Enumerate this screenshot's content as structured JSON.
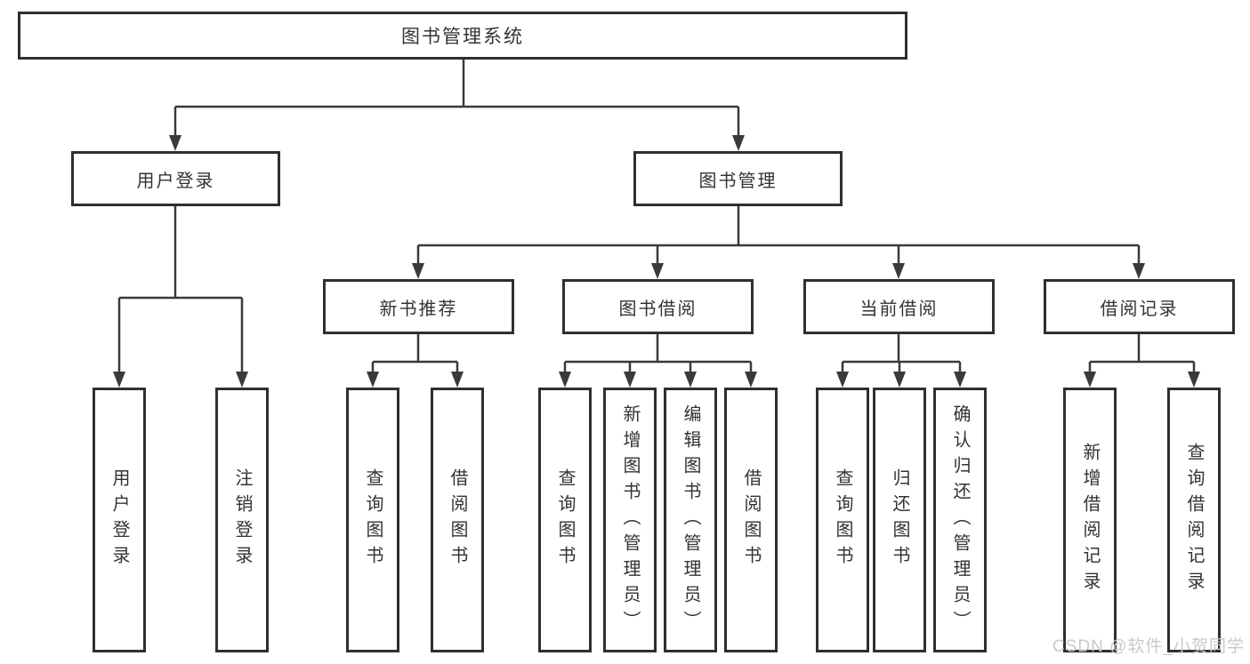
{
  "diagram": {
    "root": {
      "label": "图书管理系统"
    },
    "children": [
      {
        "label": "用户登录",
        "children": [
          {
            "label": "用户登录"
          },
          {
            "label": "注销登录"
          }
        ]
      },
      {
        "label": "图书管理",
        "children": [
          {
            "label": "新书推荐",
            "children": [
              {
                "label": "查询图书"
              },
              {
                "label": "借阅图书"
              }
            ]
          },
          {
            "label": "图书借阅",
            "children": [
              {
                "label": "查询图书"
              },
              {
                "label": "新增图书（管理员）"
              },
              {
                "label": "编辑图书（管理员）"
              },
              {
                "label": "借阅图书"
              }
            ]
          },
          {
            "label": "当前借阅",
            "children": [
              {
                "label": "查询图书"
              },
              {
                "label": "归还图书"
              },
              {
                "label": "确认归还（管理员）"
              }
            ]
          },
          {
            "label": "借阅记录",
            "children": [
              {
                "label": "新增借阅记录"
              },
              {
                "label": "查询借阅记录"
              }
            ]
          }
        ]
      }
    ]
  },
  "watermark": {
    "text": "CSDN @软件_小贺同学"
  },
  "colors": {
    "line": "#3a3a3a",
    "border": "#2f2f2f",
    "text": "#333333",
    "watermark": "#c9c9c9",
    "background": "#ffffff"
  }
}
